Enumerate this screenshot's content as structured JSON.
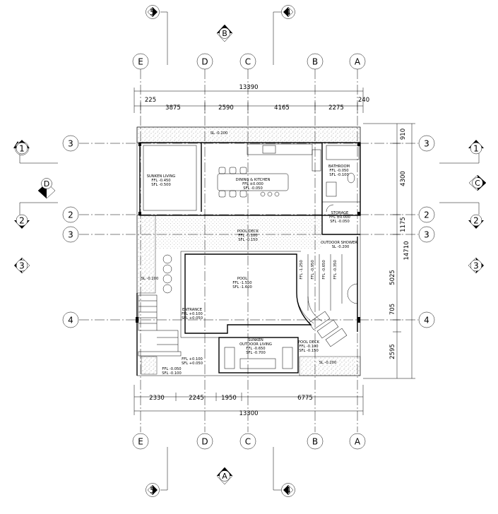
{
  "grid_cols": {
    "E": "E",
    "D": "D",
    "C": "C",
    "B": "B",
    "A": "A"
  },
  "grid_rows": {
    "r1": "3",
    "r2": "2",
    "r3": "3",
    "r4": "4"
  },
  "section_markers": {
    "s5": "5",
    "s4": "4",
    "s1": "1",
    "s2": "2",
    "s3": "3",
    "sB": "B",
    "sA": "A",
    "sC": "C",
    "sD": "D"
  },
  "dims_top": {
    "overall": "13390",
    "d1": "225",
    "d2": "3875",
    "d3": "2590",
    "d4": "4165",
    "d5": "2275",
    "d6": "240"
  },
  "dims_bottom": {
    "overall": "13300",
    "d1": "2330",
    "d2": "2245",
    "d3": "1950",
    "d4": "6775"
  },
  "dims_right": {
    "overall": "14710",
    "d1": "910",
    "d2": "4300",
    "d3": "1175",
    "d4": "5025",
    "d5": "705",
    "d6": "2595"
  },
  "rooms": {
    "top_sl": "SL -0.200",
    "sunken_living": [
      "SUNKEN LIVING",
      "FFL -0.450",
      "SFL -0.500"
    ],
    "dining_kitchen": [
      "DINING & KITCHEN",
      "FFL ±0.000",
      "SFL -0.050"
    ],
    "bathroom": [
      "BATHROOM",
      "FFL -0.050",
      "SFL -0.100"
    ],
    "storage": [
      "STORAGE",
      "FFL ±0.000",
      "SFL -0.050"
    ],
    "pool_deck_top": [
      "POOL DECK",
      "FFL -0.100",
      "SFL -0.150"
    ],
    "outdoor_shower": [
      "OUTDOOR SHOWER",
      "SL -0.200"
    ],
    "left_sl": "SL -0.200",
    "pool": [
      "POOL",
      "FFL -1.550",
      "SFL -1.600"
    ],
    "step1": "FFL -1.250",
    "step2": "FFL -0.950",
    "step3": "FFL -0.650",
    "step4": "FFL -0.350",
    "entrance": [
      "ENTRANCE",
      "FFL +0.100",
      "SFL +0.050"
    ],
    "sunken_outdoor": [
      "SUNKEN",
      "OUTDOOR LIVING",
      "FFL -0.650",
      "SFL -0.700"
    ],
    "pool_deck_bottom": [
      "POOL DECK",
      "FFL -0.100",
      "SFL -0.150"
    ],
    "landing": [
      "FFL +0.100",
      "SFL +0.050"
    ],
    "bottom_left": [
      "FFL -0.050",
      "SFL -0.100"
    ],
    "bottom_sl": "SL -0.200"
  }
}
